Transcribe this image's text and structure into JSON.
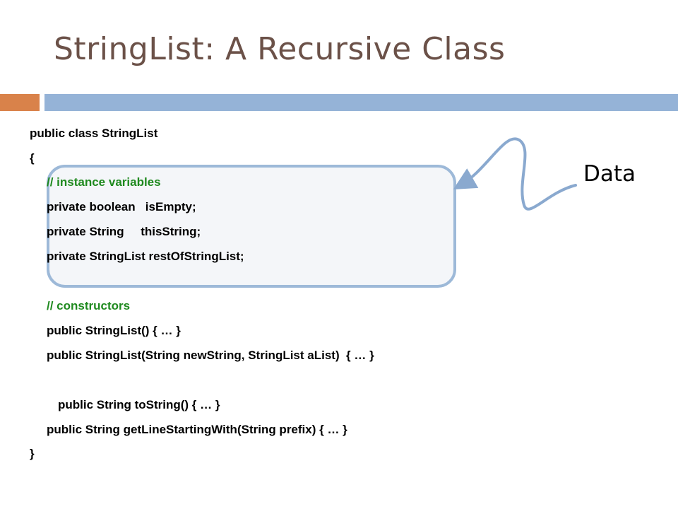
{
  "slide": {
    "title": "StringList: A Recursive Class",
    "callout": "Data",
    "colors": {
      "accent_orange": "#d9824a",
      "accent_blue": "#95b3d7",
      "title": "#6b5148",
      "comment": "#1f8a1f"
    },
    "code": {
      "l1": "public class StringList",
      "l2": "{",
      "l3": "// instance variables",
      "l4": "private boolean   isEmpty;",
      "l5": "private String     thisString;",
      "l6": "private StringList restOfStringList;",
      "l7": "// constructors",
      "l8": "public StringList() { … }",
      "l9": "public StringList(String newString, StringList aList)  { … }",
      "l10": "public String toString() { … }",
      "l11": "public String getLineStartingWith(String prefix) { … }",
      "l12": "}"
    }
  }
}
